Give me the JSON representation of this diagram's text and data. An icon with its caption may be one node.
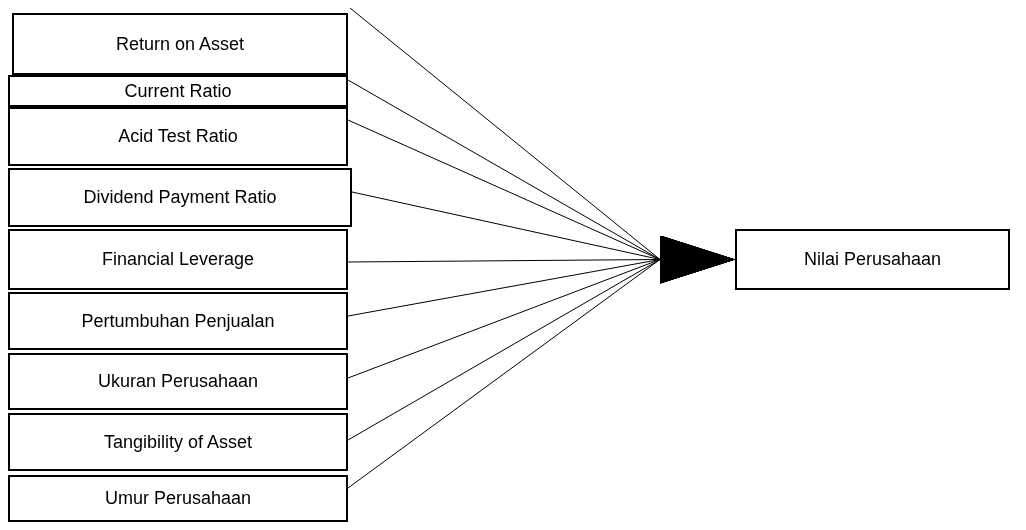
{
  "diagram": {
    "nodes": [
      {
        "text": [
          "Return on Asset"
        ]
      },
      {
        "text": [
          "Current Ratio"
        ]
      },
      {
        "text": [
          "Acid Test Ratio"
        ]
      },
      {
        "text": [
          "Dividend Payment Ratio"
        ]
      },
      {
        "text": [
          "Financial Leverage"
        ]
      },
      {
        "text": [
          "Pertumbuhan Penjualan"
        ]
      },
      {
        "text": [
          "Ukuran Perusahaan"
        ]
      },
      {
        "text": [
          "Tangibility of Asset"
        ]
      },
      {
        "text": [
          "Umur Perusahaan"
        ]
      },
      {
        "text": [
          "Nilai Perusahaan"
        ]
      }
    ],
    "edges": [
      {
        "from": 0,
        "to": 9,
        "arrow": "to"
      },
      {
        "from": 1,
        "to": 9,
        "arrow": "to"
      },
      {
        "from": 2,
        "to": 9,
        "arrow": "to"
      },
      {
        "from": 3,
        "to": 9,
        "arrow": "to"
      },
      {
        "from": 4,
        "to": 9,
        "arrow": "to"
      },
      {
        "from": 5,
        "to": 9,
        "arrow": "to"
      },
      {
        "from": 6,
        "to": 9,
        "arrow": "to"
      },
      {
        "from": 7,
        "to": 9,
        "arrow": "to"
      },
      {
        "from": 8,
        "to": 9,
        "arrow": "to"
      }
    ]
  }
}
